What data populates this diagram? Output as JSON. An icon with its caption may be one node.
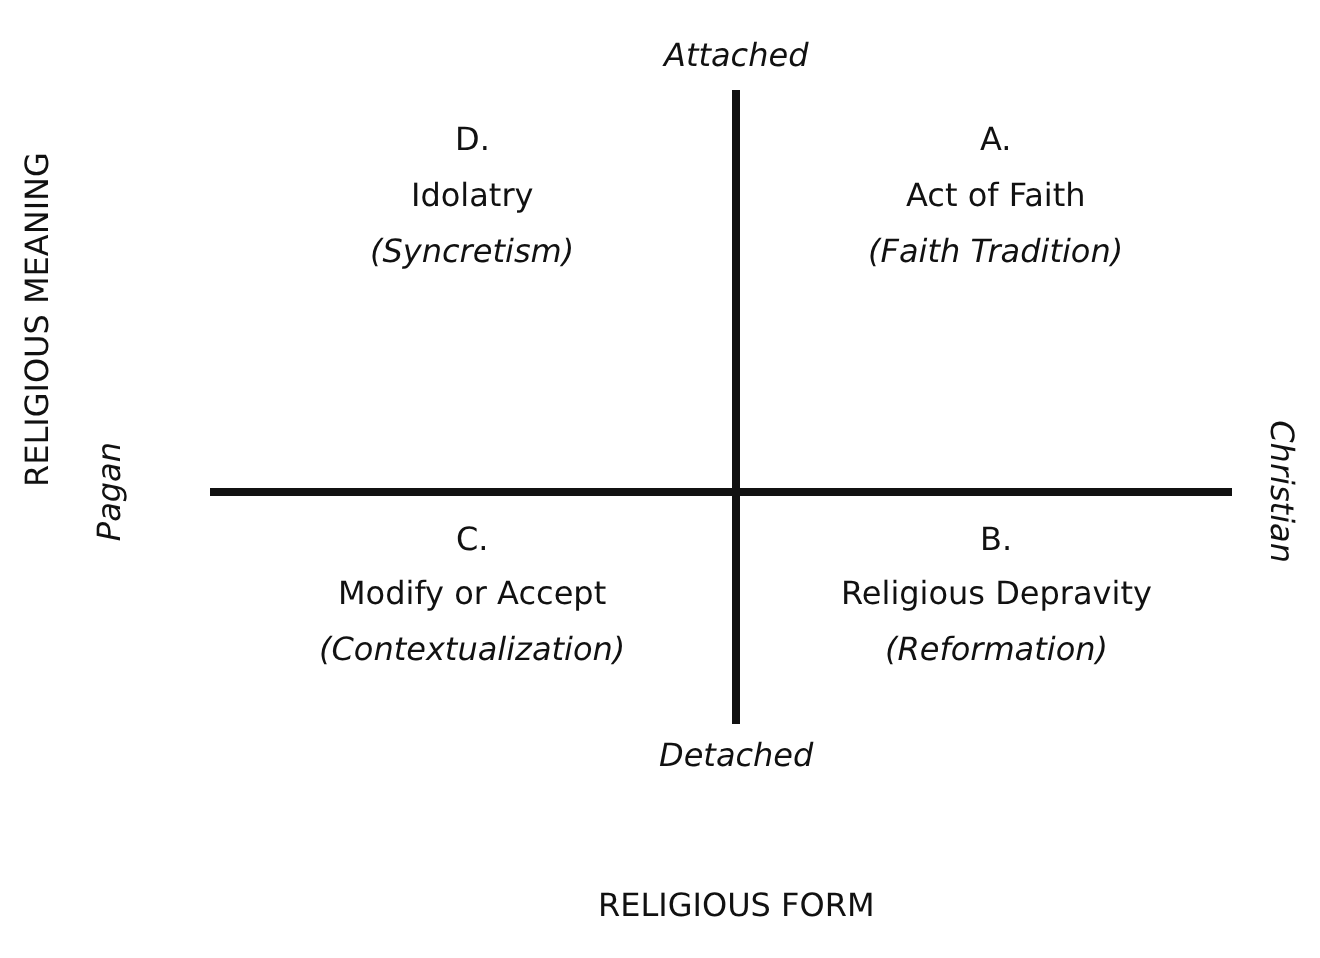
{
  "diagram": {
    "labels": [
      "Attached",
      "D.",
      "Idolatry",
      "(Syncretism)",
      "A.",
      "Act of Faith",
      "(Faith Tradition)",
      "RELIGIOUS MEANING",
      "Pagan",
      "Christian",
      "C.",
      "Modify or Accept",
      "(Contextualization)",
      "B.",
      "Religious Depravity",
      "(Reformation)",
      "Detached",
      "RELIGIOUS FORM"
    ]
  }
}
